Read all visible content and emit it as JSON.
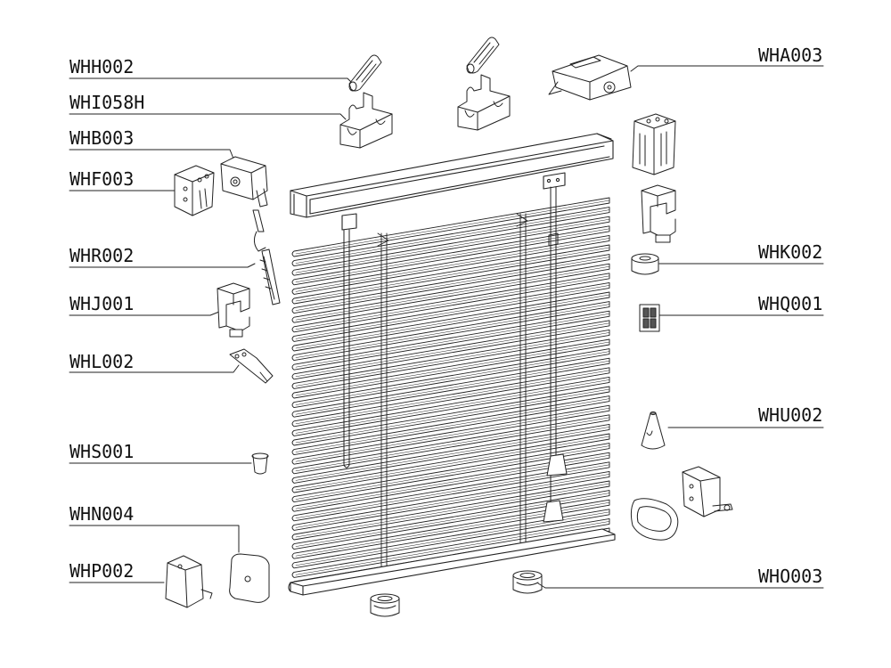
{
  "diagram": {
    "labels_left": [
      {
        "id": "whh",
        "text": "WHH002"
      },
      {
        "id": "whi",
        "text": "WHI058H"
      },
      {
        "id": "whb",
        "text": "WHB003"
      },
      {
        "id": "whf",
        "text": "WHF003"
      },
      {
        "id": "whr",
        "text": "WHR002"
      },
      {
        "id": "whj",
        "text": "WHJ001"
      },
      {
        "id": "whl",
        "text": "WHL002"
      },
      {
        "id": "whs",
        "text": "WHS001"
      },
      {
        "id": "whn",
        "text": "WHN004"
      },
      {
        "id": "whp",
        "text": "WHP002"
      }
    ],
    "labels_right": [
      {
        "id": "wha",
        "text": "WHA003"
      },
      {
        "id": "whk",
        "text": "WHK002"
      },
      {
        "id": "whq",
        "text": "WHQ001"
      },
      {
        "id": "whu",
        "text": "WHU002"
      },
      {
        "id": "who",
        "text": "WHO003"
      }
    ]
  }
}
